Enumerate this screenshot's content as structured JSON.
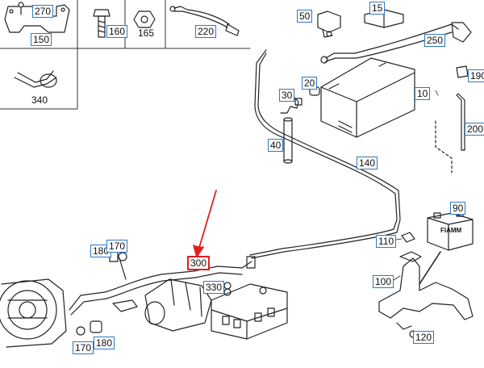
{
  "diagram": {
    "part_numbers": {
      "p270": "270",
      "p150": "150",
      "p160": "160",
      "p165": "165",
      "p220": "220",
      "p340": "340",
      "p50": "50",
      "p15": "15",
      "p250": "250",
      "p20": "20",
      "p30": "30",
      "p10": "10",
      "p190": "190",
      "p200": "200",
      "p40": "40",
      "p140": "140",
      "p90": "90",
      "p180a": "180",
      "p170a": "170",
      "p300": "300",
      "p330": "330",
      "p110": "110",
      "p100": "100",
      "p170b": "170",
      "p180b": "180",
      "p120": "120"
    },
    "selected_part": "300",
    "colors": {
      "label_border": "#2f78c4",
      "selected_border": "#e02020",
      "arrow": "#e02020",
      "line": "#222222"
    },
    "battery_brand": "FIAMM"
  }
}
